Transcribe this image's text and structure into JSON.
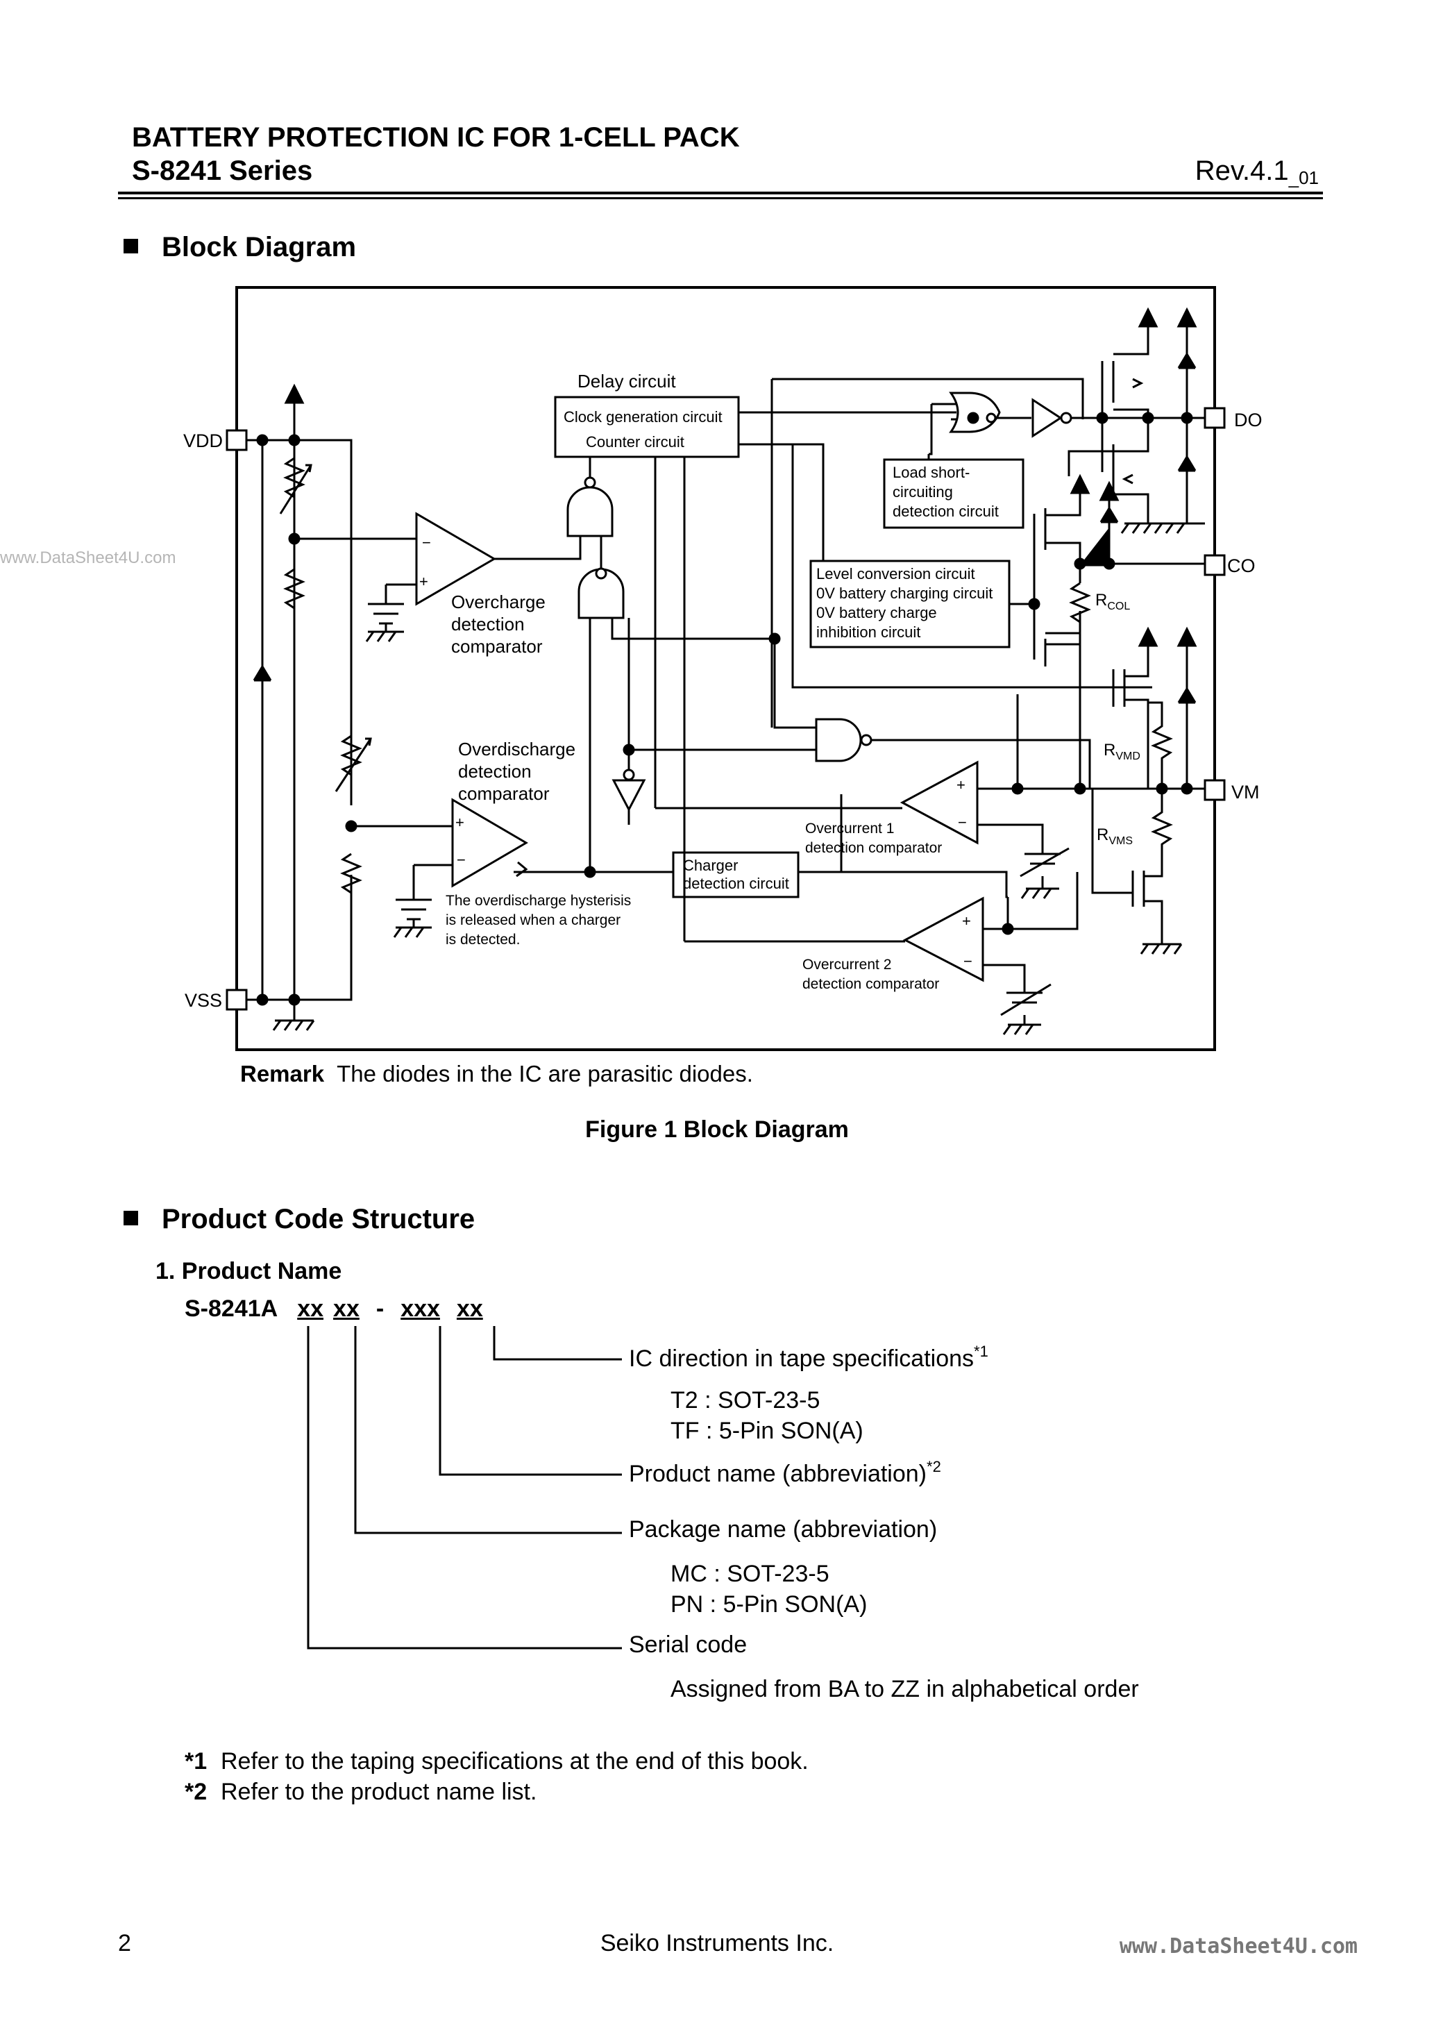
{
  "header": {
    "title": "BATTERY PROTECTION IC FOR 1-CELL PACK",
    "series": "S-8241 Series",
    "rev": "Rev.4.1",
    "rev_sub": "01"
  },
  "watermark_left": "www.DataSheet4U.com",
  "block_diagram": {
    "section_title": "Block Diagram",
    "labels": {
      "delay_circuit": "Delay circuit",
      "clock_gen": "Clock generation circuit",
      "counter": "Counter circuit",
      "load_short_1": "Load short-",
      "load_short_2": "circuiting",
      "load_short_3": "detection circuit",
      "level_conv_1": "Level conversion circuit",
      "level_conv_2": "0V battery charging circuit",
      "level_conv_3": "0V battery charge",
      "level_conv_4": "inhibition circuit",
      "overcharge_1": "Overcharge",
      "overcharge_2": "detection",
      "overcharge_3": "comparator",
      "overdischarge_1": "Overdischarge",
      "overdischarge_2": "detection",
      "overdischarge_3": "comparator",
      "charger_1": "Charger",
      "charger_2": "detection circuit",
      "hyst_1": "The overdischarge hysterisis",
      "hyst_2": "is released when a charger",
      "hyst_3": "is detected.",
      "oc1_1": "Overcurrent 1",
      "oc1_2": "detection comparator",
      "oc2_1": "Overcurrent 2",
      "oc2_2": "detection comparator",
      "r_col": "R",
      "r_col_sub": "COL",
      "r_vmd": "R",
      "r_vmd_sub": "VMD",
      "r_vms": "R",
      "r_vms_sub": "VMS",
      "plus": "+",
      "minus": "−"
    },
    "pins": {
      "vdd": "VDD",
      "vss": "VSS",
      "do": "DO",
      "co": "CO",
      "vm": "VM"
    },
    "remark_label": "Remark",
    "remark_text": "The diodes in the IC are parasitic diodes.",
    "figure_caption": "Figure 1  Block Diagram"
  },
  "product_code": {
    "section_title": "Product Code Structure",
    "subheading": "1. Product Name",
    "code_prefix": "S-8241A",
    "code_seg1": "xx",
    "code_seg2": "xx",
    "code_dash": "-",
    "code_seg3": "xxx",
    "code_seg4": "xx",
    "ic_direction": "IC direction in tape specifications",
    "ic_direction_sup": "*1",
    "t2": "T2 :  SOT-23-5",
    "tf": "TF :  5-Pin SON(A)",
    "product_name": "Product name (abbreviation)",
    "product_name_sup": "*2",
    "package_name": "Package name (abbreviation)",
    "mc": "MC :  SOT-23-5",
    "pn": "PN :  5-Pin SON(A)",
    "serial_code": "Serial code",
    "serial_desc": "Assigned from BA to ZZ in alphabetical order"
  },
  "notes": [
    {
      "mark": "*1",
      "text": "Refer to the taping specifications at the end of this book."
    },
    {
      "mark": "*2",
      "text": "Refer to the product name list."
    }
  ],
  "footer": {
    "page": "2",
    "company": "Seiko Instruments Inc.",
    "watermark": "www.DataSheet4U.com"
  }
}
